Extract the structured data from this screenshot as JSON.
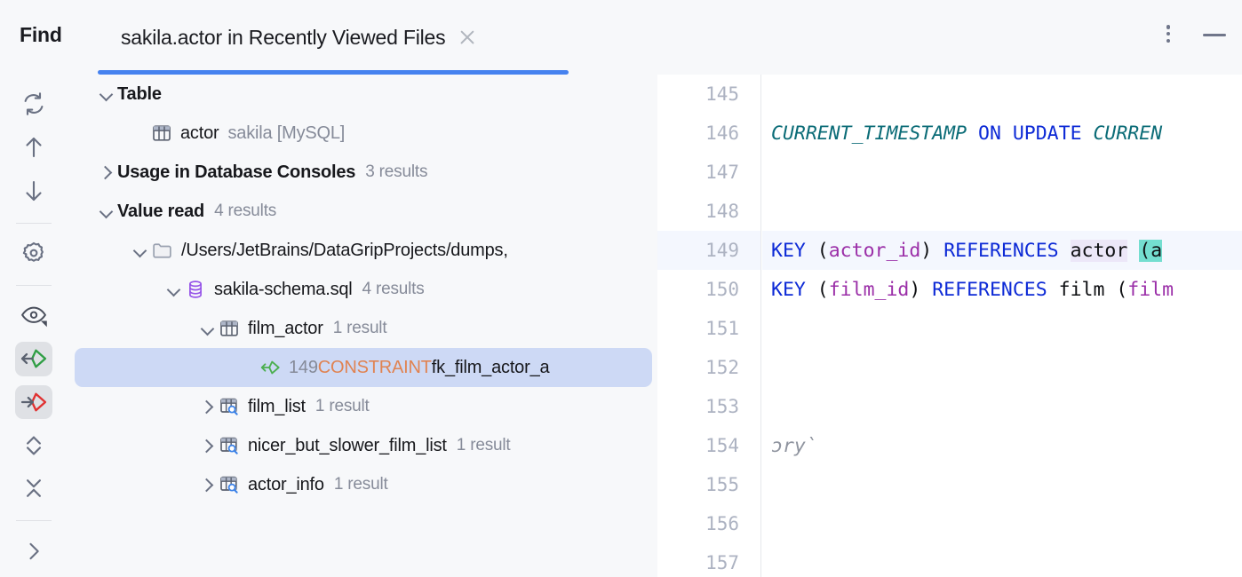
{
  "window": {
    "title": "Find",
    "tab_label": "sakila.actor in Recently Viewed Files",
    "close_icon": "close-icon",
    "kebab_icon": "more-options-icon",
    "minimize_icon": "minimize-icon"
  },
  "rail": {
    "items": [
      {
        "name": "rerun-icon",
        "label": "Rerun Search",
        "active": false
      },
      {
        "name": "arrow-up-icon",
        "label": "Previous Occurrence",
        "active": false
      },
      {
        "name": "arrow-down-icon",
        "label": "Next Occurrence",
        "active": false
      },
      {
        "name": "settings-gear-icon",
        "label": "Settings",
        "active": false
      },
      {
        "name": "preview-eye-icon",
        "label": "Preview Usages",
        "active": false
      },
      {
        "name": "value-read-icon",
        "label": "Show Read Access",
        "active": true
      },
      {
        "name": "value-write-icon",
        "label": "Show Write Access",
        "active": true
      },
      {
        "name": "expand-all-icon",
        "label": "Expand All",
        "active": false
      },
      {
        "name": "collapse-all-icon",
        "label": "Collapse All",
        "active": false
      },
      {
        "name": "chevron-right-icon",
        "label": "More",
        "active": false
      }
    ]
  },
  "tree": {
    "nodes": [
      {
        "id": "table-group",
        "indent": 0,
        "chevron": "down",
        "icon": null,
        "label": "Table",
        "bold": true,
        "count": "",
        "detail": ""
      },
      {
        "id": "table-actor",
        "indent": 1,
        "chevron": "none",
        "icon": "table-icon",
        "label": "actor",
        "bold": false,
        "count": "",
        "detail": "sakila [MySQL]"
      },
      {
        "id": "usage-consoles",
        "indent": 0,
        "chevron": "right",
        "icon": null,
        "label": "Usage in Database Consoles",
        "bold": true,
        "count": "3 results",
        "detail": ""
      },
      {
        "id": "value-read",
        "indent": 0,
        "chevron": "down",
        "icon": null,
        "label": "Value read",
        "bold": true,
        "count": "4 results",
        "detail": ""
      },
      {
        "id": "folder-path",
        "indent": 1,
        "chevron": "down",
        "icon": "folder-icon",
        "label": "/Users/JetBrains/DataGripProjects/dumps,",
        "bold": false,
        "count": "",
        "detail": ""
      },
      {
        "id": "sql-file",
        "indent": 2,
        "chevron": "down",
        "icon": "database-file-icon",
        "label": "sakila-schema.sql",
        "bold": false,
        "count": "4 results",
        "detail": ""
      },
      {
        "id": "film-actor",
        "indent": 3,
        "chevron": "down",
        "icon": "table-icon",
        "label": "film_actor",
        "bold": false,
        "count": "1 result",
        "detail": ""
      },
      {
        "id": "film-list",
        "indent": 3,
        "chevron": "right",
        "icon": "view-icon",
        "label": "film_list",
        "bold": false,
        "count": "1 result",
        "detail": ""
      },
      {
        "id": "nicer-but-slower-film-list",
        "indent": 3,
        "chevron": "right",
        "icon": "view-icon",
        "label": "nicer_but_slower_film_list",
        "bold": false,
        "count": "1 result",
        "detail": ""
      },
      {
        "id": "actor-info",
        "indent": 3,
        "chevron": "right",
        "icon": "view-icon",
        "label": "actor_info",
        "bold": false,
        "count": "1 result",
        "detail": ""
      }
    ],
    "selected_result": {
      "icon": "value-read-icon",
      "line_number": "149",
      "keyword": "CONSTRAINT",
      "text": "fk_film_actor_a"
    }
  },
  "preview": {
    "line_numbers": [
      "145",
      "146",
      "147",
      "148",
      "149",
      "150",
      "151",
      "152",
      "153",
      "154",
      "155",
      "156",
      "157"
    ],
    "highlighted_line": "149",
    "lines": [
      {
        "num": "145",
        "tokens": []
      },
      {
        "num": "146",
        "tokens": [
          {
            "t": "CURRENT_TIMESTAMP",
            "c": "type"
          },
          {
            "t": " ",
            "c": "plain"
          },
          {
            "t": "ON UPDATE",
            "c": "kw"
          },
          {
            "t": " ",
            "c": "plain"
          },
          {
            "t": "CURREN",
            "c": "type"
          }
        ]
      },
      {
        "num": "147",
        "tokens": []
      },
      {
        "num": "148",
        "tokens": []
      },
      {
        "num": "149",
        "tokens": [
          {
            "t": "KEY",
            "c": "kw"
          },
          {
            "t": " (",
            "c": "plain"
          },
          {
            "t": "actor_id",
            "c": "tbl"
          },
          {
            "t": ") ",
            "c": "plain"
          },
          {
            "t": "REFERENCES",
            "c": "kw"
          },
          {
            "t": " ",
            "c": "plain"
          },
          {
            "t": "actor",
            "c": "mark-a"
          },
          {
            "t": " ",
            "c": "plain"
          },
          {
            "t": "(a",
            "c": "mark-b"
          }
        ]
      },
      {
        "num": "150",
        "tokens": [
          {
            "t": "KEY",
            "c": "kw"
          },
          {
            "t": " (",
            "c": "plain"
          },
          {
            "t": "film_id",
            "c": "tbl"
          },
          {
            "t": ") ",
            "c": "plain"
          },
          {
            "t": "REFERENCES",
            "c": "kw"
          },
          {
            "t": " film (",
            "c": "plain"
          },
          {
            "t": "film",
            "c": "tbl"
          }
        ]
      },
      {
        "num": "151",
        "tokens": []
      },
      {
        "num": "152",
        "tokens": []
      },
      {
        "num": "153",
        "tokens": []
      },
      {
        "num": "154",
        "tokens": [
          {
            "t": "ɔry`",
            "c": "cmt"
          }
        ]
      },
      {
        "num": "155",
        "tokens": []
      },
      {
        "num": "156",
        "tokens": []
      },
      {
        "num": "157",
        "tokens": []
      }
    ]
  },
  "colors": {
    "accent": "#4682ef",
    "selection": "#cdd9f5",
    "keyword": "#0d2ad6",
    "identifier": "#9b2fa8",
    "type": "#0b6c77",
    "constraint": "#e08352",
    "muted": "#868b99",
    "rail_active": "#dfe1e5"
  }
}
